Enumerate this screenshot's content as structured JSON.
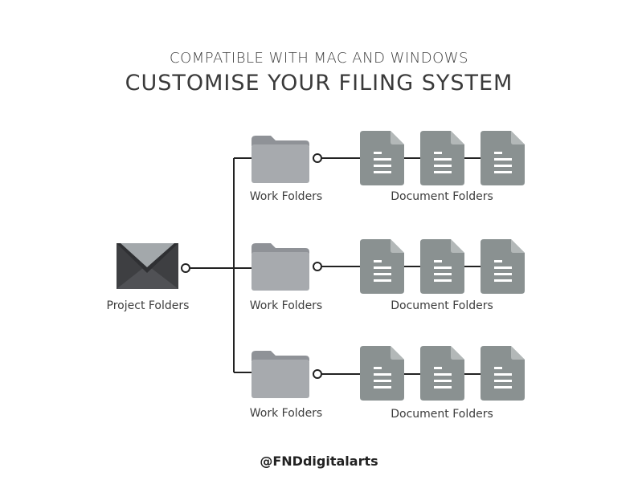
{
  "header": {
    "subtitle": "COMPATIBLE WITH MAC AND WINDOWS",
    "title": "CUSTOMISE YOUR FILING SYSTEM"
  },
  "root": {
    "label": "Project Folders",
    "icon": "envelope-icon"
  },
  "branches": [
    {
      "work_label": "Work Folders",
      "doc_label": "Document Folders",
      "work_icon": "folder-icon",
      "doc_icons": [
        "document-icon",
        "document-icon",
        "document-icon"
      ]
    },
    {
      "work_label": "Work Folders",
      "doc_label": "Document Folders",
      "work_icon": "folder-icon",
      "doc_icons": [
        "document-icon",
        "document-icon",
        "document-icon"
      ]
    },
    {
      "work_label": "Work Folders",
      "doc_label": "Document Folders",
      "work_icon": "folder-icon",
      "doc_icons": [
        "document-icon",
        "document-icon",
        "document-icon"
      ]
    }
  ],
  "footer": {
    "handle": "@FNDdigitalarts"
  },
  "colors": {
    "folder": "#a7aaae",
    "folder_tab": "#8f9297",
    "document": "#8a9191",
    "document_fold": "#b3b8b8",
    "envelope_dark": "#3e3f42",
    "envelope_flap": "#a3a8ab",
    "connector": "#222222"
  }
}
